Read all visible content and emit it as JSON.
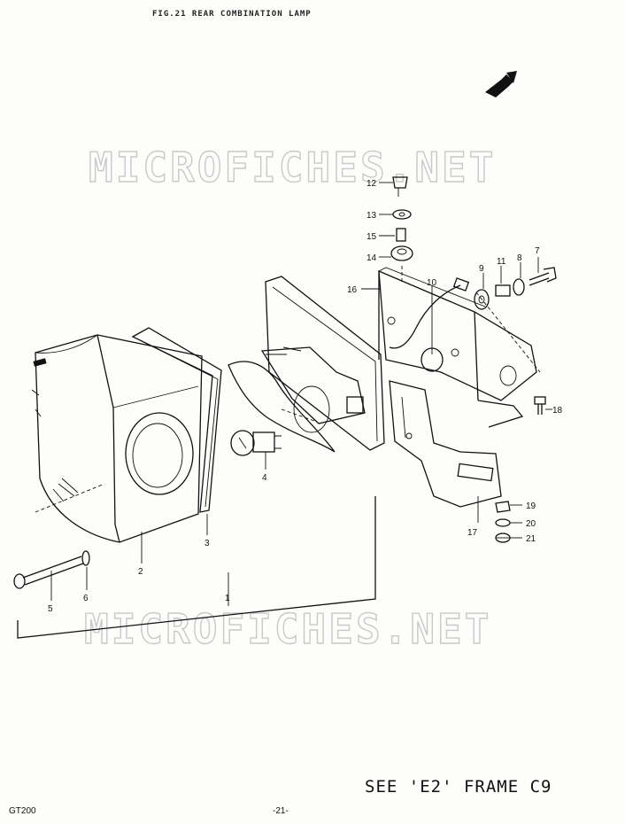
{
  "figure": {
    "header": "FIG.21 REAR COMBINATION LAMP",
    "watermark": "MICROFICHES.NET",
    "note": "SEE 'E2' FRAME C9",
    "model": "GT200",
    "page_number": "-21-"
  },
  "callouts": {
    "c1": "1",
    "c2": "2",
    "c3": "3",
    "c4": "4",
    "c5": "5",
    "c6": "6",
    "c7": "7",
    "c8": "8",
    "c9": "9",
    "c10": "10",
    "c11": "11",
    "c12": "12",
    "c13": "13",
    "c14": "14",
    "c15": "15",
    "c16": "16",
    "c17": "17",
    "c18": "18",
    "c19": "19",
    "c20": "20",
    "c21": "21"
  },
  "icons": {
    "direction_arrow": "front-arrow-icon"
  },
  "colors": {
    "ink": "#111111",
    "watermark": "#c9c9c9",
    "paper": "#fdfdfb"
  }
}
